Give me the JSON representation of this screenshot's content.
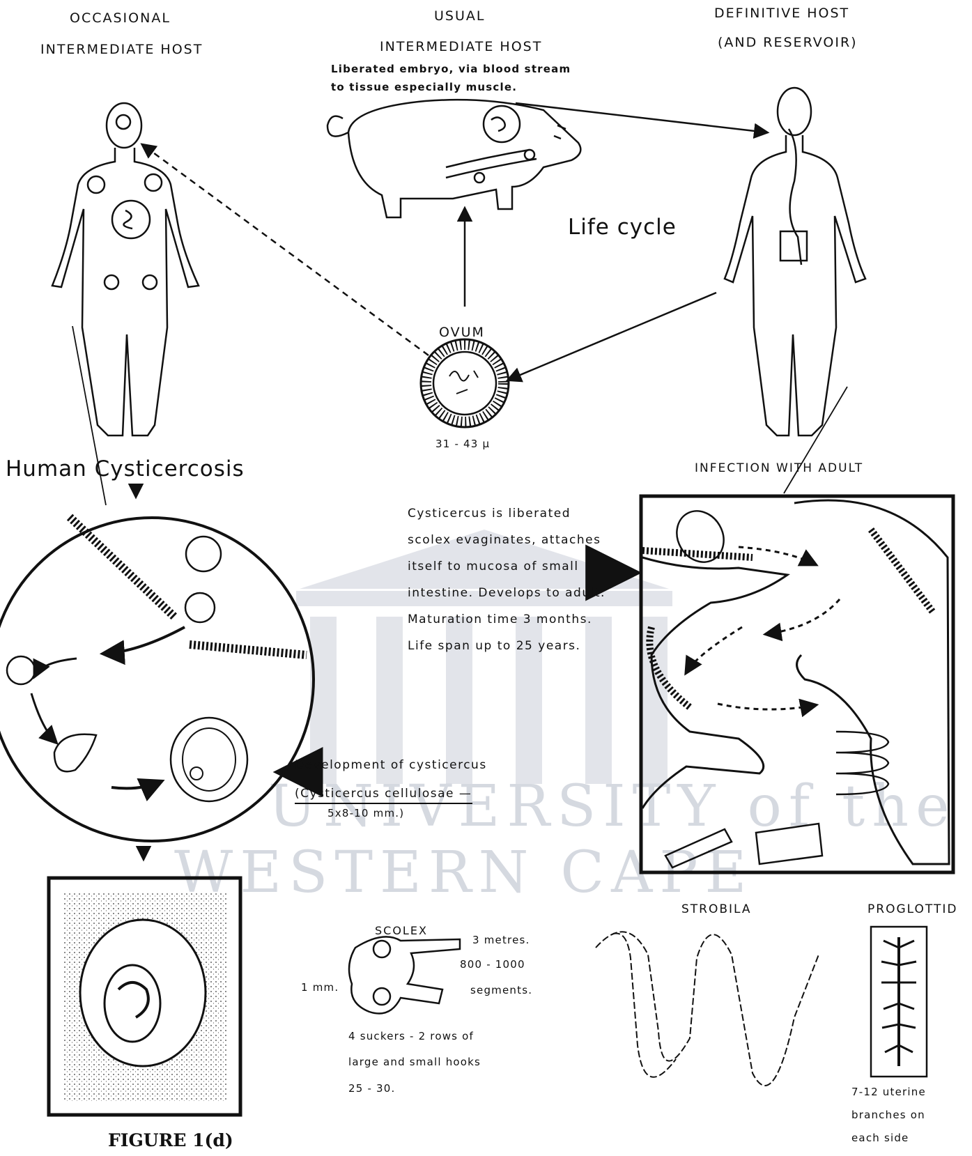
{
  "labels": {
    "occasional_host_line1": "OCCASIONAL",
    "occasional_host_line2": "INTERMEDIATE HOST",
    "usual_host_line1": "USUAL",
    "usual_host_line2": "INTERMEDIATE HOST",
    "definitive_host_line1": "DEFINITIVE HOST",
    "definitive_host_line2": "(AND RESERVOIR)",
    "embryo_line1": "Liberated embryo, via blood stream",
    "embryo_line2": "to tissue especially muscle.",
    "life_cycle": "Life cycle",
    "ovum": "OVUM",
    "ovum_size": "31 - 43 µ",
    "human_cysticercosis": "Human Cysticercosis",
    "infection_with_adult": "INFECTION WITH ADULT",
    "strobila": "STROBILA",
    "proglottid": "PROGLOTTID",
    "scolex": "SCOLEX",
    "figure_caption": "FIGURE 1(d)"
  },
  "cysticercus_text": [
    "Cysticercus is liberated",
    "scolex evaginates, attaches",
    "itself to mucosa of small",
    "intestine. Develops to adult.",
    "Maturation time 3 months.",
    "Life span up to 25 years."
  ],
  "development": {
    "line1": "Development of cysticercus",
    "line2": "(Cysticercus cellulosae —",
    "line3": "5x8-10 mm.)"
  },
  "scolex_info": {
    "size": "1 mm.",
    "length": "3 metres.",
    "segments_count": "800 - 1000",
    "segments_label": "segments.",
    "suckers_line1": "4 suckers - 2 rows of",
    "suckers_line2": "large and small hooks",
    "suckers_line3": "25 - 30."
  },
  "proglottid_info": {
    "line1": "7-12 uterine",
    "line2": "branches on",
    "line3": "each side"
  },
  "watermark": {
    "line1": "UNIVERSITY of the",
    "line2": "WESTERN CAPE"
  }
}
